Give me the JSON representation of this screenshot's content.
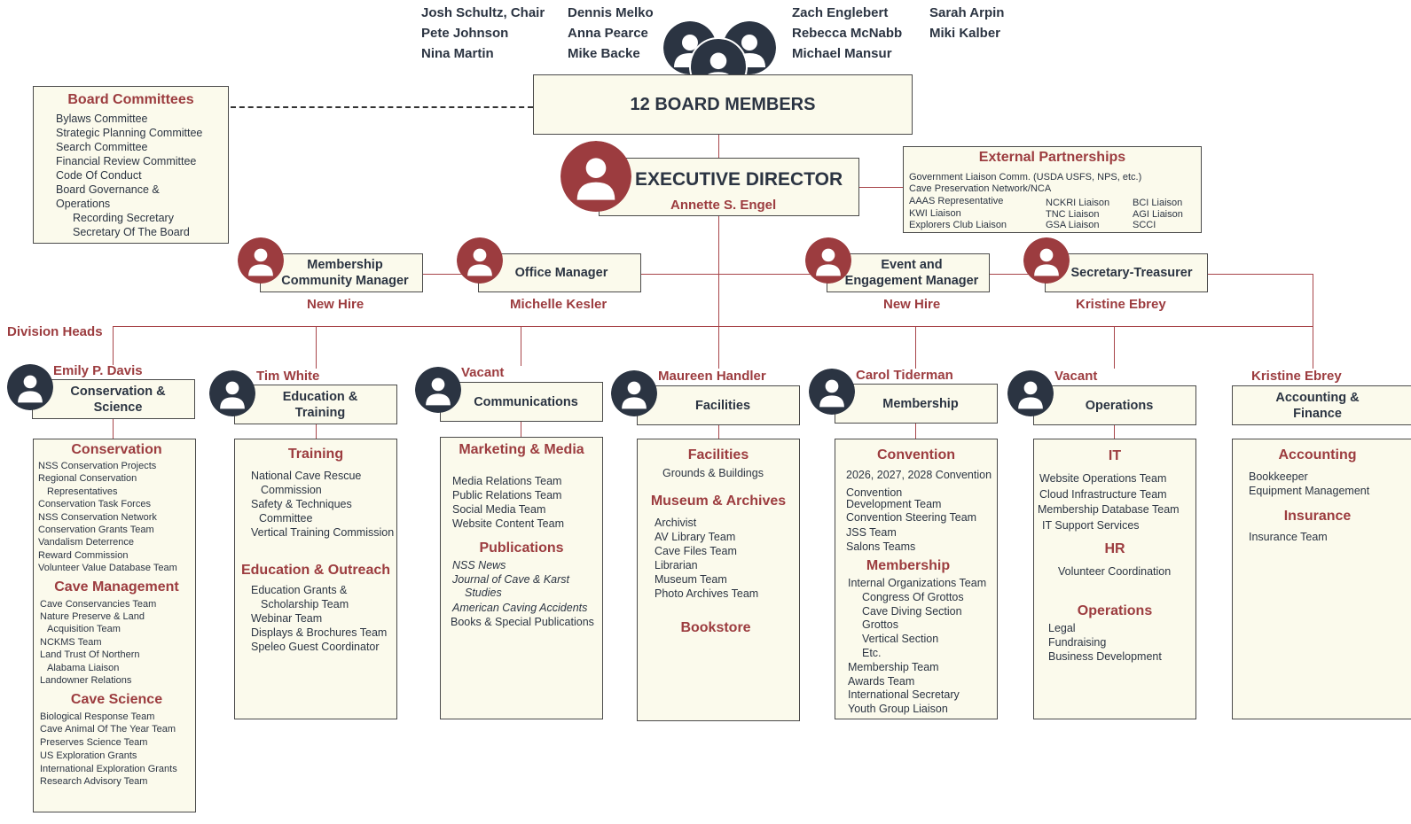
{
  "board": {
    "names": [
      "Josh Schultz, Chair",
      "Pete Johnson",
      "Nina Martin",
      "Dennis Melko",
      "Anna Pearce",
      "Mike Backe",
      "Zach Englebert",
      "Rebecca McNabb",
      "Michael Mansur",
      "Sarah Arpin",
      "Miki Kalber"
    ],
    "title": "12 BOARD MEMBERS"
  },
  "committees": {
    "title": "Board Committees",
    "items": [
      "Bylaws Committee",
      "Strategic Planning Committee",
      "Search Committee",
      "Financial Review Committee",
      "Code Of Conduct",
      "Board Governance &",
      "Operations",
      "Recording Secretary",
      "Secretary Of The Board"
    ]
  },
  "executive": {
    "title": "EXECUTIVE DIRECTOR",
    "name": "Annette S. Engel"
  },
  "partnerships": {
    "title": "External Partnerships",
    "line1": "Government Liaison Comm. (USDA USFS, NPS, etc.)",
    "line2": "Cave Preservation Network/NCA",
    "col1": [
      "AAAS Representative",
      "KWI Liaison",
      "Explorers Club Liaison"
    ],
    "col2": [
      "NCKRI Liaison",
      "TNC Liaison",
      "GSA Liaison"
    ],
    "col3": [
      "BCI Liaison",
      "AGI Liaison",
      "SCCI"
    ]
  },
  "staff": [
    {
      "title1": "Membership",
      "title2": "Community Manager",
      "person": "New Hire"
    },
    {
      "title1": "Office Manager",
      "title2": "",
      "person": "Michelle Kesler"
    },
    {
      "title1": "Event and",
      "title2": "Engagement Manager",
      "person": "New Hire"
    },
    {
      "title1": "Secretary-Treasurer",
      "title2": "",
      "person": "Kristine Ebrey"
    }
  ],
  "division_label": "Division Heads",
  "divisions": [
    {
      "person": "Emily P. Davis",
      "title1": "Conservation &",
      "title2": "Science"
    },
    {
      "person": "Tim White",
      "title1": "Education &",
      "title2": "Training"
    },
    {
      "person": "Vacant",
      "title1": "Communications",
      "title2": ""
    },
    {
      "person": "Maureen Handler",
      "title1": "Facilities",
      "title2": ""
    },
    {
      "person": "Carol Tiderman",
      "title1": "Membership",
      "title2": ""
    },
    {
      "person": "Vacant",
      "title1": "Operations",
      "title2": ""
    },
    {
      "person": "Kristine Ebrey",
      "title1": "Accounting &",
      "title2": "Finance"
    }
  ],
  "lists": {
    "conservation": {
      "h1": "Conservation",
      "s1": [
        "NSS Conservation Projects",
        "Regional Conservation",
        "Representatives",
        "Conservation Task Forces",
        "NSS Conservation Network",
        "Conservation Grants Team",
        "Vandalism Deterrence",
        "Reward Commission",
        "Volunteer Value Database Team"
      ],
      "h2": "Cave Management",
      "s2": [
        "Cave Conservancies Team",
        "Nature Preserve & Land",
        "Acquisition Team",
        "NCKMS Team",
        "Land Trust Of Northern",
        "Alabama Liaison",
        "Landowner Relations"
      ],
      "h3": "Cave Science",
      "s3": [
        "Biological Response Team",
        "Cave Animal Of The Year Team",
        "Preserves Science Team",
        "US Exploration Grants",
        "International Exploration Grants",
        "Research Advisory Team"
      ]
    },
    "education": {
      "h1": "Training",
      "s1": [
        "National Cave Rescue",
        "Commission",
        "Safety & Techniques",
        "Committee",
        "Vertical Training Commission"
      ],
      "h2": "Education & Outreach",
      "s2": [
        "Education Grants &",
        "Scholarship Team",
        "Webinar Team",
        "Displays & Brochures Team",
        "Speleo Guest Coordinator"
      ]
    },
    "communications": {
      "h1": "Marketing & Media",
      "s1": [
        "Media Relations Team",
        "Public Relations Team",
        "Social Media Team",
        "Website Content Team"
      ],
      "h2": "Publications",
      "s2": [
        "NSS News",
        "Journal of Cave & Karst",
        "Studies",
        "American Caving Accidents",
        "Books & Special Publications"
      ]
    },
    "facilities": {
      "h1": "Facilities",
      "s1": [
        "Grounds & Buildings"
      ],
      "h2": "Museum & Archives",
      "s2": [
        "Archivist",
        "AV Library Team",
        "Cave Files Team",
        "Librarian",
        "Museum Team",
        "Photo Archives Team"
      ],
      "h3": "Bookstore"
    },
    "membership": {
      "h1": "Convention",
      "s1": [
        "2026, 2027, 2028 Convention",
        "Convention",
        "Development Team",
        "Convention Steering Team",
        "JSS Team",
        "Salons Teams"
      ],
      "h2": "Membership",
      "s2": [
        "Internal Organizations Team",
        "Congress Of Grottos",
        "Cave Diving Section",
        "Grottos",
        "Vertical Section",
        "Etc.",
        "Membership Team",
        "Awards Team",
        "International Secretary",
        "Youth Group Liaison"
      ]
    },
    "operations": {
      "h1": "IT",
      "s1": [
        "Website Operations Team",
        "Cloud Infrastructure Team",
        "Membership Database Team",
        "IT Support Services"
      ],
      "h2": "HR",
      "s2": [
        "Volunteer Coordination"
      ],
      "h3": "Operations",
      "s3": [
        "Legal",
        "Fundraising",
        "Business Development"
      ]
    },
    "accounting": {
      "h1": "Accounting",
      "s1": [
        "Bookkeeper",
        "Equipment Management"
      ],
      "h2": "Insurance",
      "s2": [
        "Insurance Team"
      ]
    }
  },
  "colors": {
    "accent": "#9c3c3f",
    "navy": "#2b3442",
    "box": "#fbfaec",
    "line": "#a8454a"
  }
}
